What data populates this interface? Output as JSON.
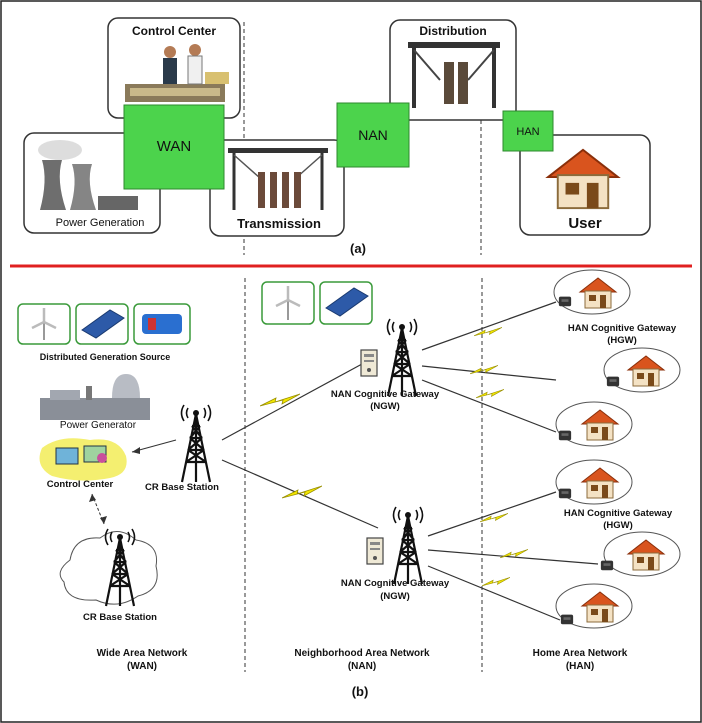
{
  "part_a": {
    "caption": "(a)",
    "control_center": "Control Center",
    "distribution": "Distribution",
    "power_generation": "Power Generation",
    "transmission": "Transmission",
    "user": "User",
    "wan": "WAN",
    "nan": "NAN",
    "han": "HAN"
  },
  "part_b": {
    "caption": "(b)",
    "distributed_generation": "Distributed Generation Source",
    "power_generator": "Power Generator",
    "control_center": "Control Center",
    "cr_base_station_main": "CR Base Station",
    "cr_base_station_low": "CR Base Station",
    "nan_gateway_top_l1": "NAN Cognitive Gateway",
    "nan_gateway_top_l2": "(NGW)",
    "nan_gateway_bottom_l1": "NAN Cognitive Gateway",
    "nan_gateway_bottom_l2": "(NGW)",
    "han_gateway_top_l1": "HAN Cognitive Gateway",
    "han_gateway_top_l2": "(HGW)",
    "han_gateway_bottom_l1": "HAN Cognitive Gateway",
    "han_gateway_bottom_l2": "(HGW)",
    "wan_l1": "Wide Area Network",
    "wan_l2": "(WAN)",
    "nan_l1": "Neighborhood Area Network",
    "nan_l2": "(NAN)",
    "han_l1": "Home Area Network",
    "han_l2": "(HAN)"
  },
  "colors": {
    "green_box": "#4cd34c",
    "divider_red": "#e02020",
    "roof": "#d9541e",
    "solar": "#2d5aa8"
  }
}
